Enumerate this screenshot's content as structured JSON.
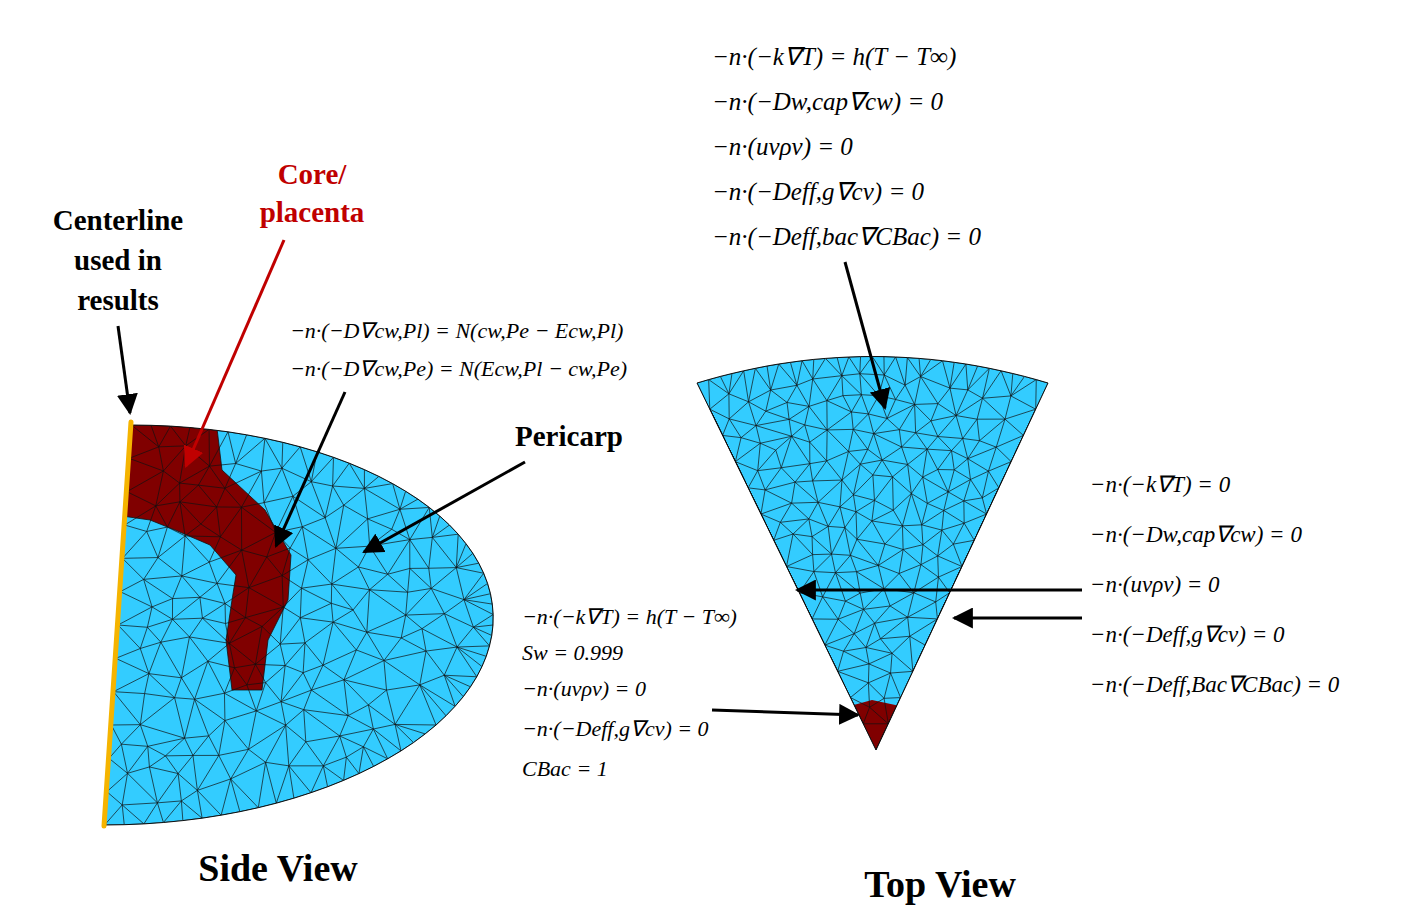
{
  "diagram": {
    "labels": [
      "−n·(−k∇T) = h(T − T∞)",
      "−n·(−Dw,cap∇cw) = 0",
      "−n·(uvρv) = 0",
      "−n·(−Deff,g∇cv) = 0",
      "−n·(−Deff,bac∇CBac) = 0",
      "Centerline used in results",
      "Core/ placenta",
      "−n·(−D∇cw,Pl) = N(cw,Pe − Ecw,Pl)",
      "−n·(−D∇cw,Pe) = N(Ecw,Pl − cw,Pe)",
      "Pericarp",
      "−n·(−k∇T) = 0",
      "−n·(−Dw,cap∇cw) = 0",
      "−n·(uvρv) = 0",
      "−n·(−Deff,g∇cv) = 0",
      "−n·(−Deff,Bac∇CBac) = 0",
      "−n·(−k∇T) = h(T − T∞)",
      "Sw = 0.999",
      "−n·(uvρv) = 0",
      "−n·(−Deff,g∇cv) = 0",
      "CBac = 1",
      "Side View",
      "Top View"
    ]
  }
}
